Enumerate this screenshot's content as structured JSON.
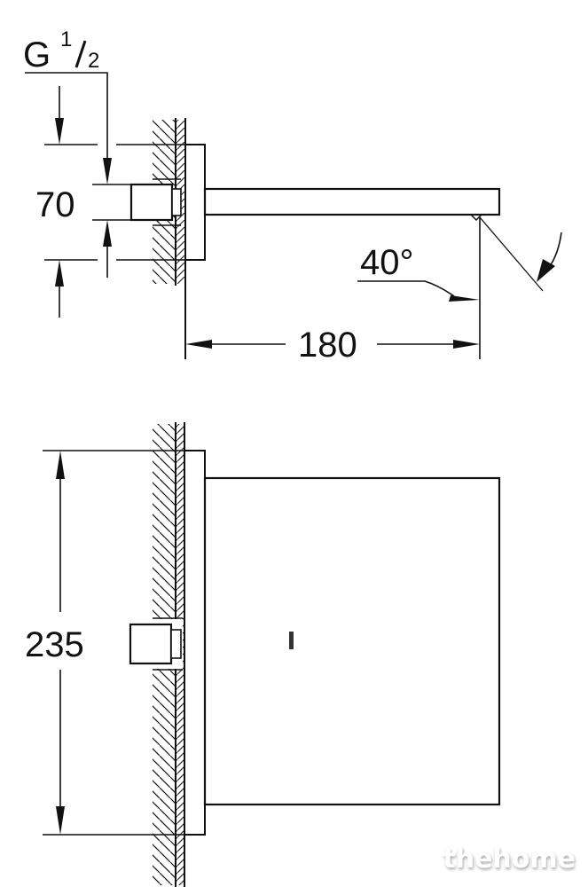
{
  "labels": {
    "thread": "G",
    "thread_num": "1",
    "thread_den": "2",
    "dim_height_top": "70",
    "dim_projection": "180",
    "dim_angle": "40°",
    "dim_height_bottom": "235"
  },
  "watermark": "thehome",
  "colors": {
    "line": "#111111",
    "background": "#ffffff"
  }
}
